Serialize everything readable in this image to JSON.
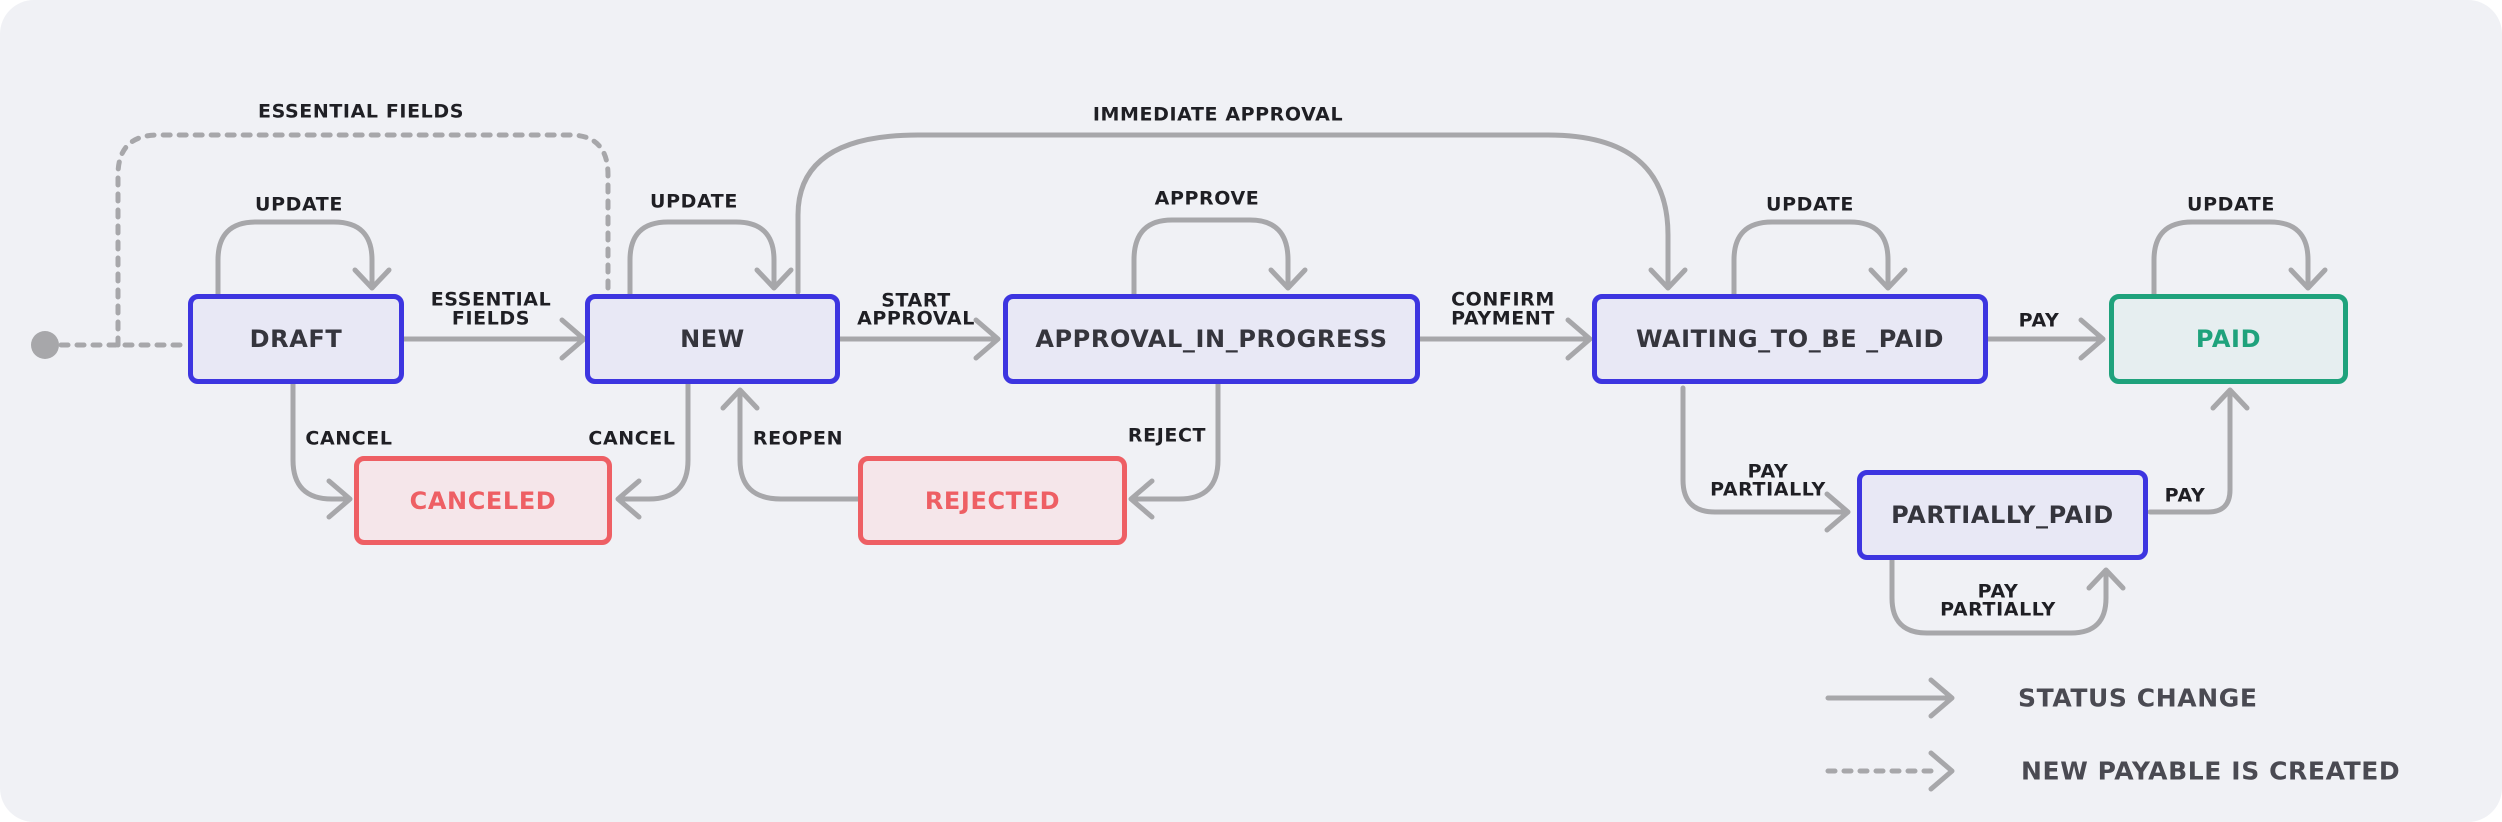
{
  "diagram": {
    "start_node": "start-dot",
    "states": {
      "draft": "DRAFT",
      "new": "NEW",
      "approval_in_progress": "APPROVAL_IN_PROGRESS",
      "waiting_to_be_paid": "WAITING_TO_BE _PAID",
      "paid": "PAID",
      "canceled": "CANCELED",
      "rejected": "REJECTED",
      "partially_paid": "PARTIALLY_PAID"
    },
    "transitions": {
      "essential_fields_dashed": "ESSENTIAL FIELDS",
      "immediate_approval": "IMMEDIATE APPROVAL",
      "update_draft": "UPDATE",
      "update_new": "UPDATE",
      "approve": "APPROVE",
      "update_waiting": "UPDATE",
      "update_paid": "UPDATE",
      "essential_fields_1": "ESSENTIAL",
      "essential_fields_2": "FIELDS",
      "start_approval_1": "START",
      "start_approval_2": "APPROVAL",
      "confirm_payment_1": "CONFIRM",
      "confirm_payment_2": "PAYMENT",
      "pay": "PAY",
      "cancel_draft": "CANCEL",
      "cancel_new": "CANCEL",
      "reopen": "REOPEN",
      "reject": "REJECT",
      "pay_partially_1": "PAY",
      "pay_partially_2": "PARTIALLY",
      "pay_partial_to_paid": "PAY",
      "pay_partially_loop_1": "PAY",
      "pay_partially_loop_2": "PARTIALLY"
    },
    "colors": {
      "background": "#f0f1f5",
      "state_border": "#3d35e0",
      "rejected_border": "#ee5f64",
      "paid_border": "#1fa27c",
      "arrow": "#a7a7aa"
    }
  },
  "legend": {
    "status_change": "STATUS CHANGE",
    "new_payable": "NEW PAYABLE IS CREATED"
  }
}
